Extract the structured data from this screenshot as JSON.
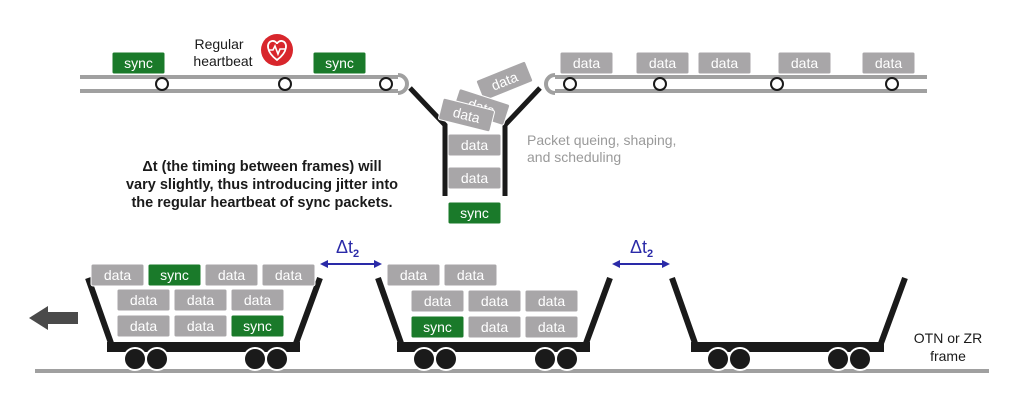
{
  "labels": {
    "heartbeat_line1": "Regular",
    "heartbeat_line2": "heartbeat",
    "queue_line1": "Packet queing, shaping,",
    "queue_line2": "and scheduling",
    "jitter_line1": "Δt (the timing between frames) will",
    "jitter_line2": "vary slightly, thus introducing jitter into",
    "jitter_line3": "the regular heartbeat of sync packets.",
    "delta_symbol": "Δt",
    "delta_subscript": "2",
    "frame_line1": "OTN or ZR",
    "frame_line2": "frame"
  },
  "packet_labels": {
    "sync": "sync",
    "data": "data"
  },
  "top_left_belt": [
    "sync",
    "sync"
  ],
  "top_right_belt": [
    "data",
    "data",
    "data",
    "data",
    "data"
  ],
  "funnel_tumbling": [
    "data",
    "data",
    "data"
  ],
  "funnel_stack": [
    "data",
    "data"
  ],
  "funnel_exit": "sync",
  "cart1": [
    [
      "data",
      "sync",
      "data",
      "data"
    ],
    [
      "data",
      "data",
      "data"
    ],
    [
      "data",
      "data",
      "sync"
    ]
  ],
  "cart2": [
    [
      "data",
      "data"
    ],
    [
      "data",
      "data",
      "data"
    ],
    [
      "sync",
      "data",
      "data"
    ]
  ],
  "cart3": [],
  "colors": {
    "sync": "#1a7a2a",
    "data": "#a8a6a8",
    "belt": "#a0a0a0",
    "dark": "#1a1a1a",
    "delta": "#2a2aa8",
    "heart": "#d8262c",
    "arrow": "#4a4a4a",
    "muted_text": "#9a9a9a"
  }
}
